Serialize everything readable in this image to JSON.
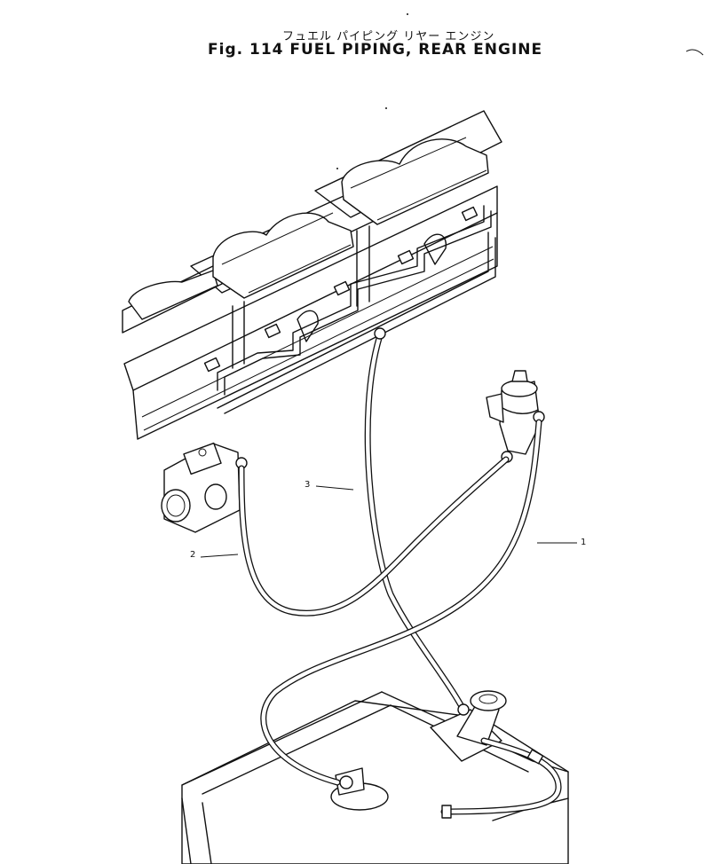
{
  "figure": {
    "title_jp": "フュエル パイピング リヤー エンジン",
    "title_en": "Fig. 114 FUEL PIPING, REAR ENGINE"
  },
  "callouts": [
    {
      "id": "1",
      "label": "1"
    },
    {
      "id": "2",
      "label": "2"
    },
    {
      "id": "3",
      "label": "3"
    }
  ]
}
